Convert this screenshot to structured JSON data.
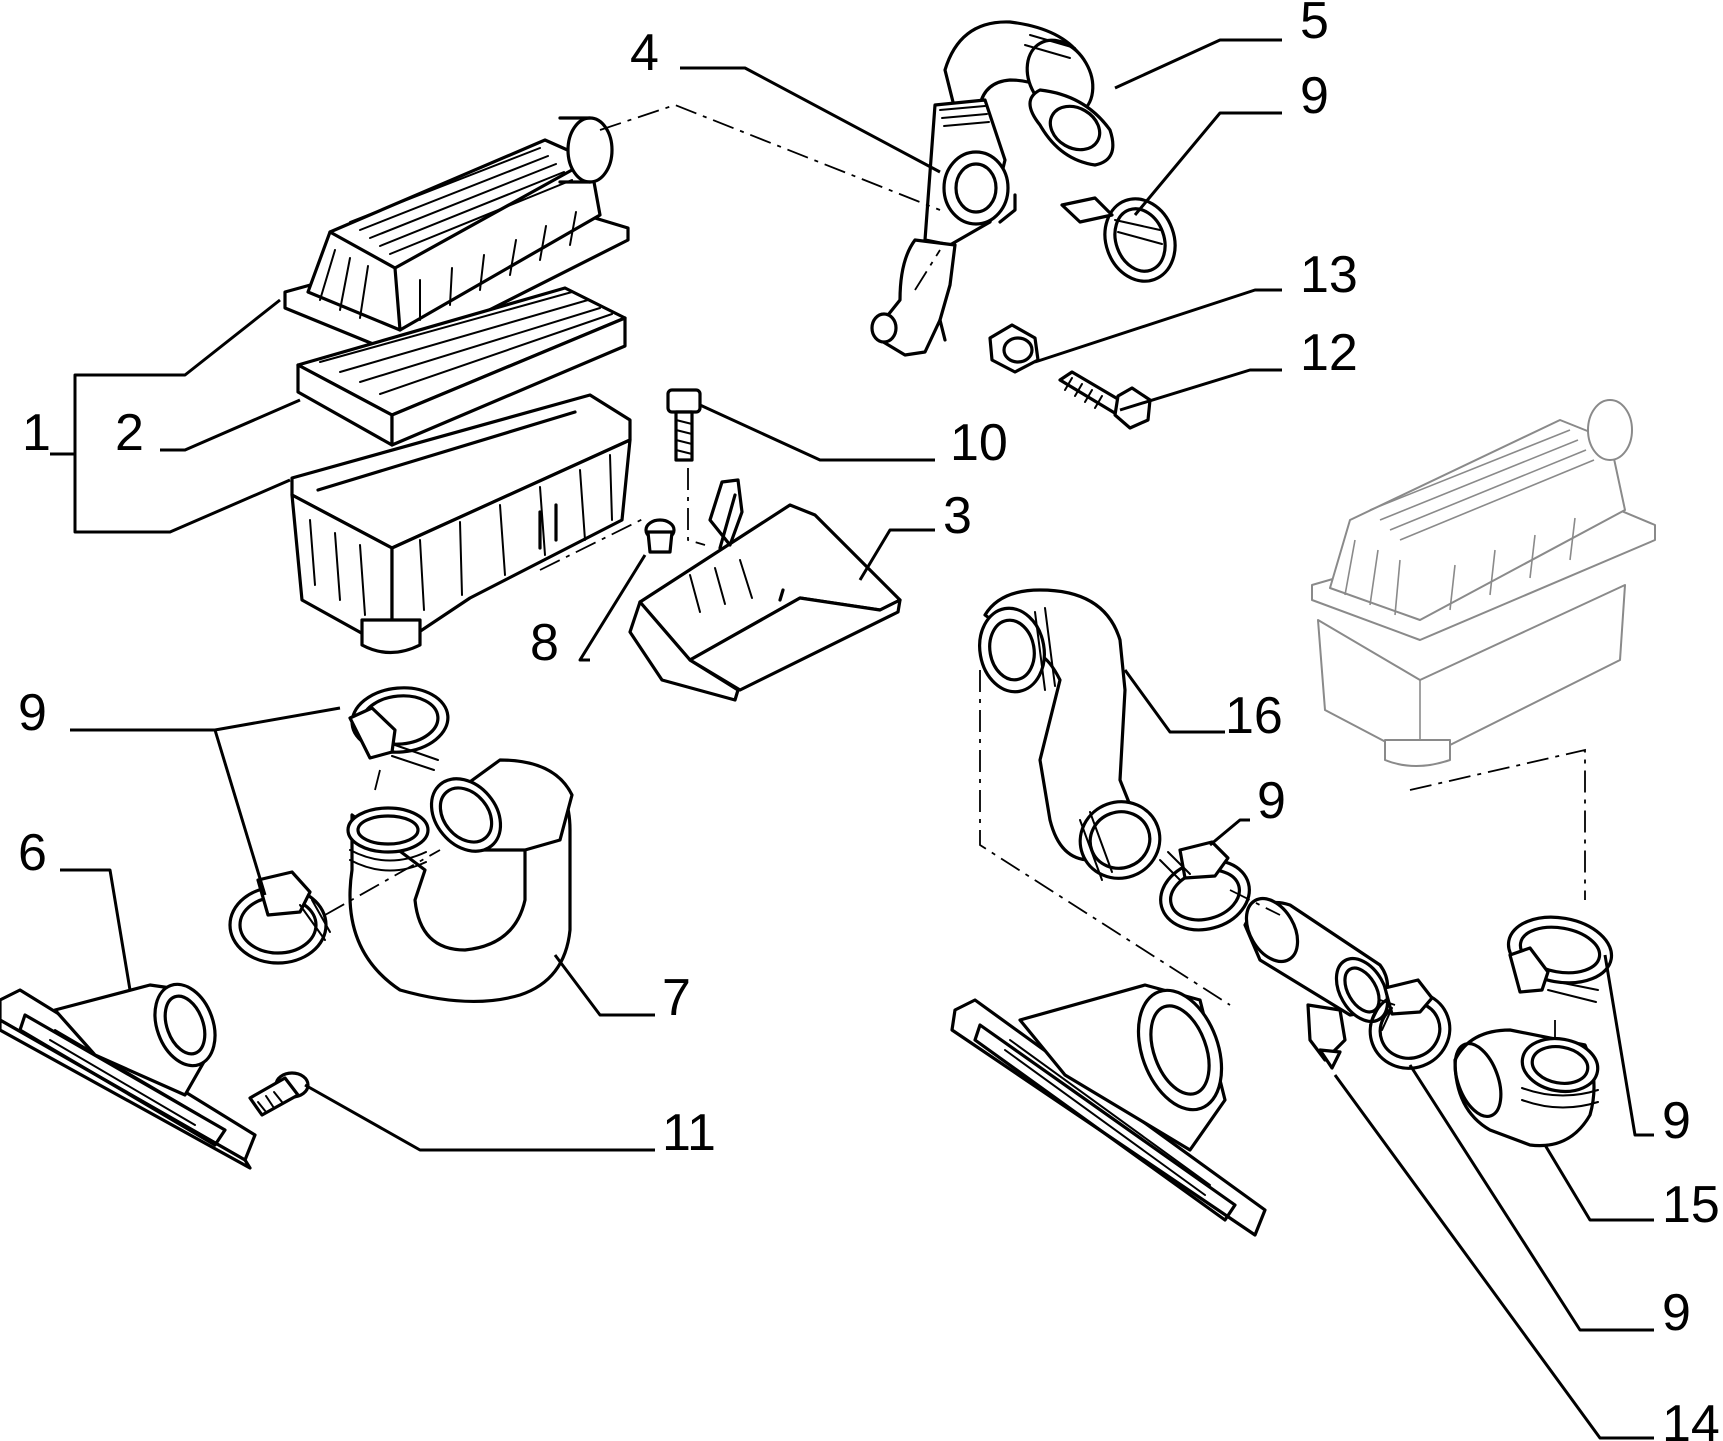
{
  "callouts": [
    {
      "id": "c1",
      "text": "1"
    },
    {
      "id": "c2",
      "text": "2"
    },
    {
      "id": "c3",
      "text": "3"
    },
    {
      "id": "c4",
      "text": "4"
    },
    {
      "id": "c5",
      "text": "5"
    },
    {
      "id": "c6",
      "text": "6"
    },
    {
      "id": "c7",
      "text": "7"
    },
    {
      "id": "c8",
      "text": "8"
    },
    {
      "id": "c9a",
      "text": "9"
    },
    {
      "id": "c9b",
      "text": "9"
    },
    {
      "id": "c9c",
      "text": "9"
    },
    {
      "id": "c9d",
      "text": "9"
    },
    {
      "id": "c9e",
      "text": "9"
    },
    {
      "id": "c10",
      "text": "10"
    },
    {
      "id": "c11",
      "text": "11"
    },
    {
      "id": "c12",
      "text": "12"
    },
    {
      "id": "c13",
      "text": "13"
    },
    {
      "id": "c14",
      "text": "14"
    },
    {
      "id": "c15",
      "text": "15"
    },
    {
      "id": "c16",
      "text": "16"
    }
  ]
}
